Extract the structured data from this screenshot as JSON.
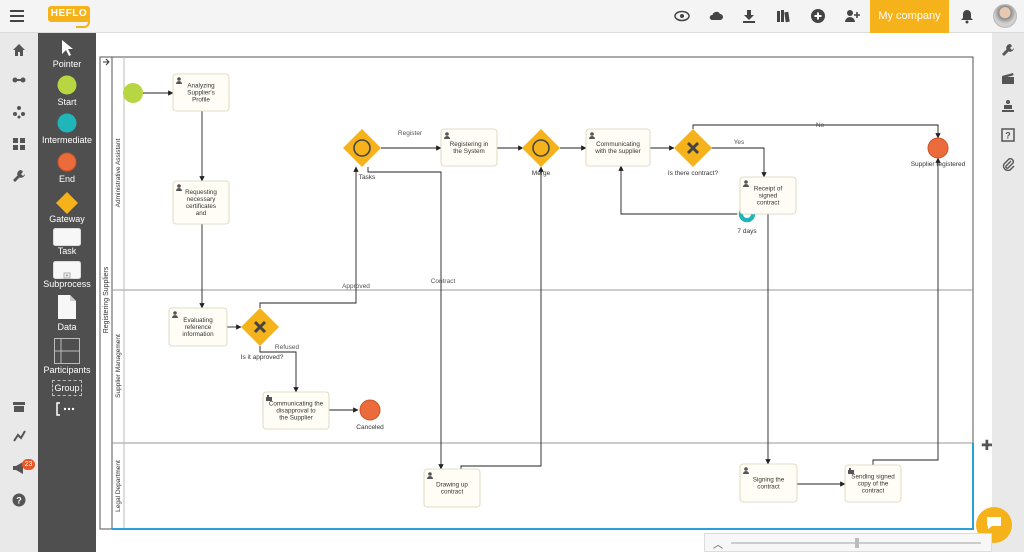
{
  "app": {
    "logo_text": "HEFLO",
    "company_button": "My company"
  },
  "topbar_icons": [
    "eye-icon",
    "cloud-icon",
    "download-icon",
    "library-icon",
    "add-circle-icon",
    "add-user-icon",
    "bell-icon"
  ],
  "leftbar_icons": [
    "home-icon",
    "flow-icon",
    "process-icon",
    "grid-icon",
    "wrench-icon",
    "store-icon",
    "chart-icon",
    "megaphone-icon",
    "help-icon"
  ],
  "leftbar_badge": "23",
  "palette": {
    "items": [
      {
        "key": "pointer",
        "label": "Pointer"
      },
      {
        "key": "start",
        "label": "Start"
      },
      {
        "key": "intermediate",
        "label": "Intermediate"
      },
      {
        "key": "end",
        "label": "End"
      },
      {
        "key": "gateway",
        "label": "Gateway"
      },
      {
        "key": "task",
        "label": "Task"
      },
      {
        "key": "subprocess",
        "label": "Subprocess"
      },
      {
        "key": "data",
        "label": "Data"
      },
      {
        "key": "participants",
        "label": "Participants"
      },
      {
        "key": "group",
        "label": "Group"
      },
      {
        "key": "more",
        "label": "..."
      }
    ],
    "group_box_label": "Group"
  },
  "rightbar_icons": [
    "wrench-icon",
    "clapperboard-icon",
    "org-chart-icon",
    "help-box-icon",
    "paperclip-icon"
  ],
  "diagram": {
    "pool_label": "Registering Suppliers",
    "lanes": [
      "Administrative Assistant",
      "Supplier Management",
      "Legal Department"
    ],
    "tasks": {
      "analyzing": "Analyzing Supplier's Profile",
      "requesting": "Requesting necessary certificates and",
      "evaluating": "Evaluating reference information",
      "registering": "Registering in the System",
      "communicating_supplier": "Communicating with the supplier",
      "receipt": "Receipt of signed contract",
      "communicating_disapproval": "Communicating the disapproval to the Supplier",
      "drawing": "Drawing up contract",
      "signing": "Signing the contract",
      "sending": "Sending signed copy of the contract"
    },
    "gateway_labels": {
      "tasks": "Tasks",
      "merge": "Merge",
      "is_contract": "Is there contract?",
      "is_approved": "Is it approved?"
    },
    "flow_labels": {
      "register": "Register",
      "yes": "Yes",
      "no": "No",
      "approved": "Approved",
      "contract": "Contract",
      "refused": "Refused"
    },
    "event_labels": {
      "supplier_registered": "Supplier registered",
      "canceled": "Canceled",
      "timer": "7 days"
    }
  },
  "colors": {
    "accent": "#f5b21b",
    "start": "#b8d641",
    "intermediate": "#1fb5b9",
    "end": "#ec6b3b",
    "palette_bg": "#4f4f4f",
    "selection": "#2a9fd8"
  }
}
